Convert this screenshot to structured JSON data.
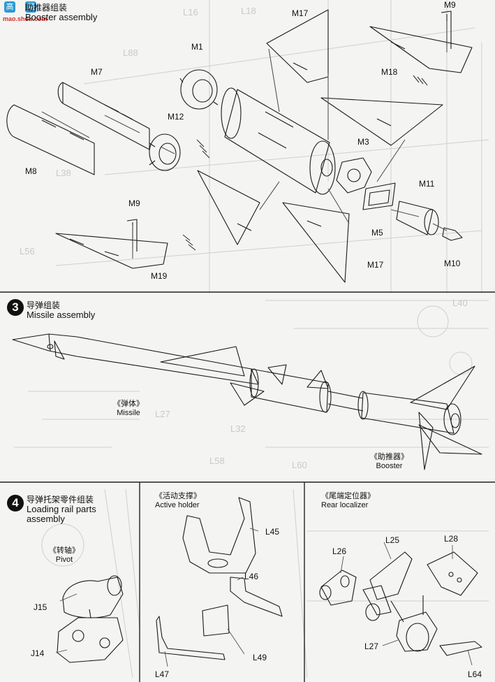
{
  "watermark": {
    "glyph_1": "高",
    "glyph_2": "网",
    "url": "mao.shou.com"
  },
  "ghost_text": {
    "l16": "L16",
    "l18": "L18",
    "l88": "L88",
    "l38": "L38",
    "l56": "L56",
    "l40": "L40",
    "l27": "L27",
    "l32": "L32",
    "l58": "L58",
    "l60": "L60"
  },
  "step_booster": {
    "title_cn": "助推器组装",
    "title_en": "Booster assembly"
  },
  "step3": {
    "number": "3",
    "title_cn": "导弹组装",
    "title_en": "Missile assembly"
  },
  "step4": {
    "number": "4",
    "title_cn": "导弹托架零件组装",
    "title_en_1": "Loading rail parts",
    "title_en_2": "assembly"
  },
  "parts_booster": {
    "m17_top": "M17",
    "m9_top": "M9",
    "m1": "M1",
    "m7": "M7",
    "m18": "M18",
    "m12": "M12",
    "m3": "M3",
    "m8": "M8",
    "m11": "M11",
    "m9_mid": "M9",
    "m5": "M5",
    "m17_bottom": "M17",
    "m19": "M19",
    "m10": "M10"
  },
  "missile_captions": {
    "missile_cn": "《弹体》",
    "missile_en": "Missile",
    "booster_cn": "《助推器》",
    "booster_en": "Booster"
  },
  "subpanels": {
    "pivot_cn": "《转轴》",
    "pivot_en": "Pivot",
    "active_cn": "《活动支撑》",
    "active_en": "Active holder",
    "rear_cn": "《尾端定位器》",
    "rear_en": "Rear localizer"
  },
  "parts_rail": {
    "j15": "J15",
    "j14": "J14",
    "l45": "L45",
    "l46": "L46",
    "l49": "L49",
    "l47": "L47",
    "l25": "L25",
    "l26": "L26",
    "l28": "L28",
    "l27": "L27",
    "l64": "L64"
  }
}
